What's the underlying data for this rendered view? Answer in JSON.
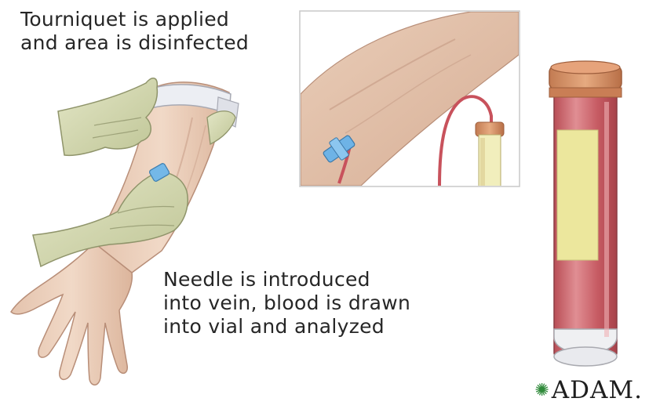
{
  "captions": {
    "step1": [
      "Tourniquet is applied",
      "and area is disinfected"
    ],
    "step2": [
      "Needle is introduced",
      "into vein, blood is drawn",
      "into vial and analyzed"
    ]
  },
  "logo": {
    "text": "ADAM.",
    "mark": "star-burst-icon"
  },
  "colors": {
    "skin": "#ecd1bc",
    "glove": "#d6dbb4",
    "tourniquet": "#e8e9ee",
    "blood": "#c8646a",
    "vial_cap": "#d9956b",
    "label": "#eae89b",
    "needle_hub": "#6eb3e6"
  }
}
